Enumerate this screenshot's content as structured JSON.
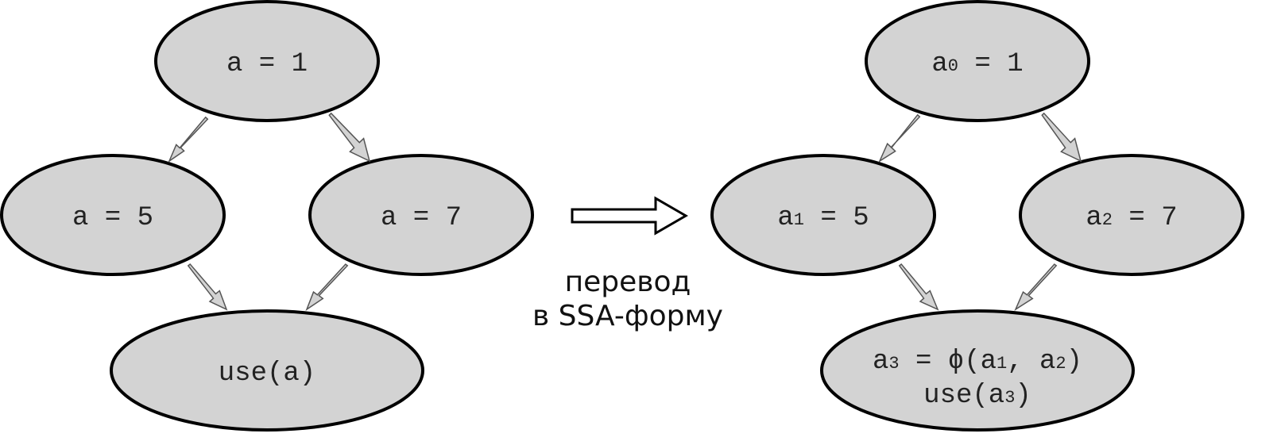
{
  "left_graph": {
    "nodes": [
      {
        "id": "top",
        "text": "a = 1"
      },
      {
        "id": "left",
        "text": "a = 5"
      },
      {
        "id": "right",
        "text": "a = 7"
      },
      {
        "id": "bottom",
        "text": "use(a)"
      }
    ]
  },
  "right_graph": {
    "nodes": [
      {
        "id": "top",
        "var": "a",
        "sub": "0",
        "rest": " = 1"
      },
      {
        "id": "left",
        "var": "a",
        "sub": "1",
        "rest": " = 5"
      },
      {
        "id": "right",
        "var": "a",
        "sub": "2",
        "rest": " = 7"
      },
      {
        "id": "bottom",
        "line1": {
          "var": "a",
          "sub": "3",
          "mid": " = ϕ(a",
          "sub2": "1",
          "mid2": ", a",
          "sub3": "2",
          "end": ")"
        },
        "line2": {
          "pre": "use(a",
          "sub": "3",
          "end": ")"
        }
      }
    ]
  },
  "transform": {
    "line1": "перевод",
    "line2": "в SSA-форму"
  },
  "colors": {
    "node_fill": "#d3d3d3",
    "node_stroke": "#000000",
    "arrow_fill": "#d3d3d3"
  }
}
